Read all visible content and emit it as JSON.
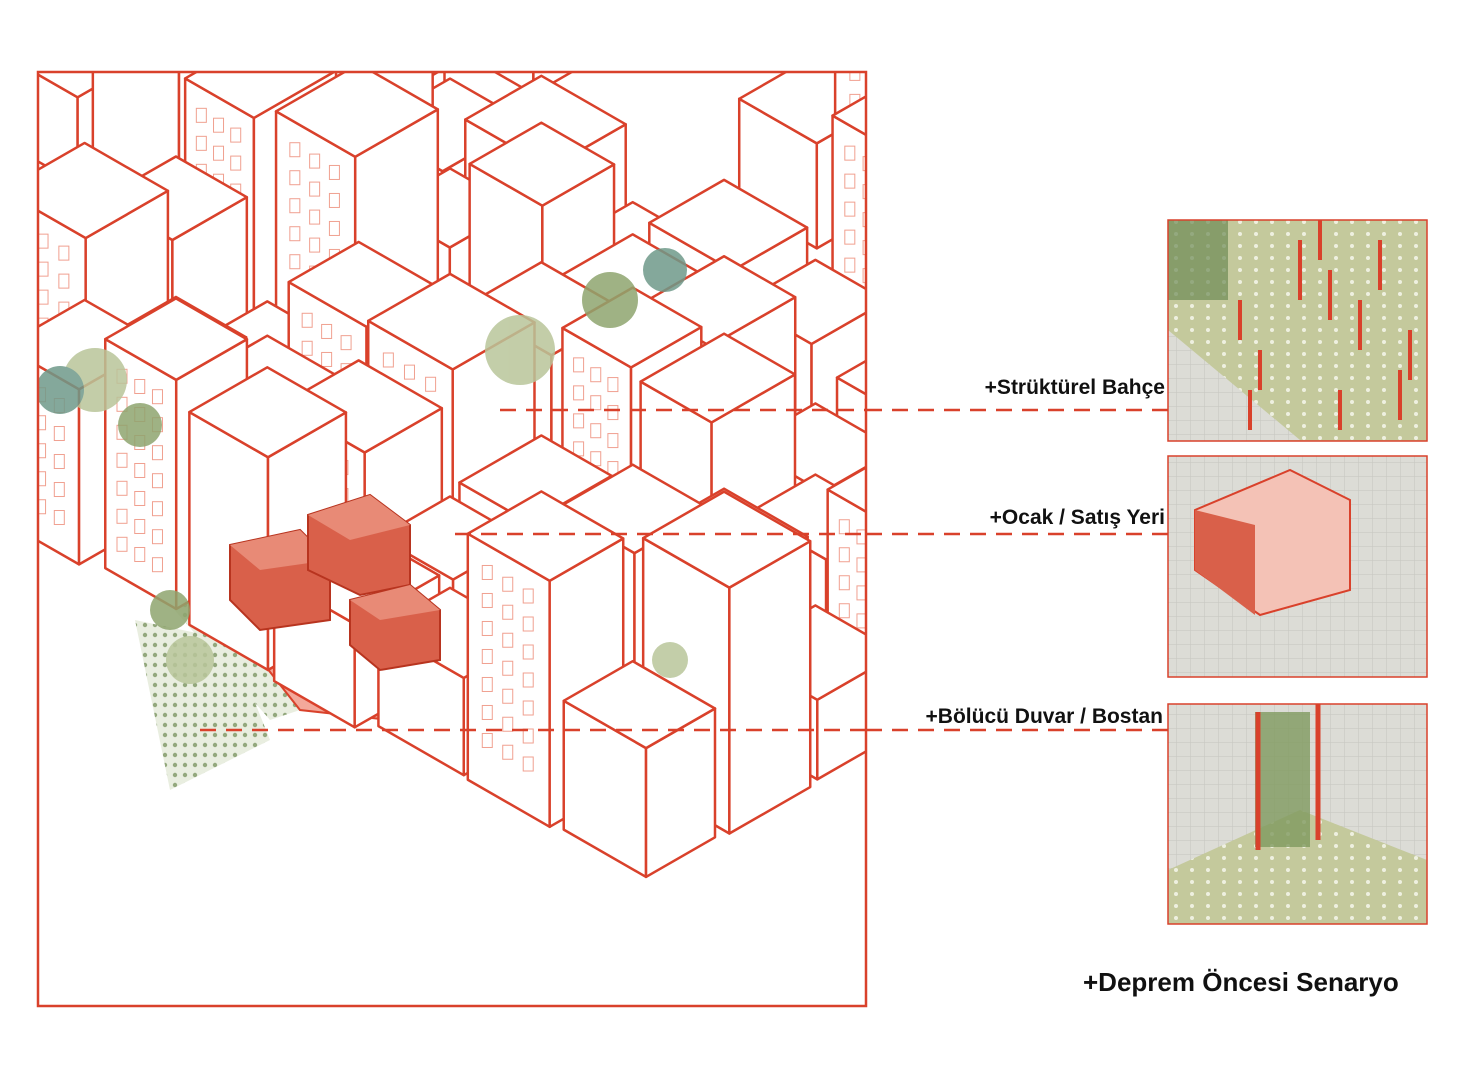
{
  "diagram": {
    "scenario_title": "+Deprem Öncesi Senaryo",
    "callouts": [
      {
        "label": "+Strüktürel Bahçe"
      },
      {
        "label": "+Ocak / Satış Yeri"
      },
      {
        "label": "+Bölücü Duvar / Bostan"
      }
    ],
    "colors": {
      "outline": "#d9412b",
      "street": "#f3a89a",
      "pavilion": "#d9604a",
      "green": "#8fa56f",
      "ground": "#c9cfa3"
    }
  }
}
